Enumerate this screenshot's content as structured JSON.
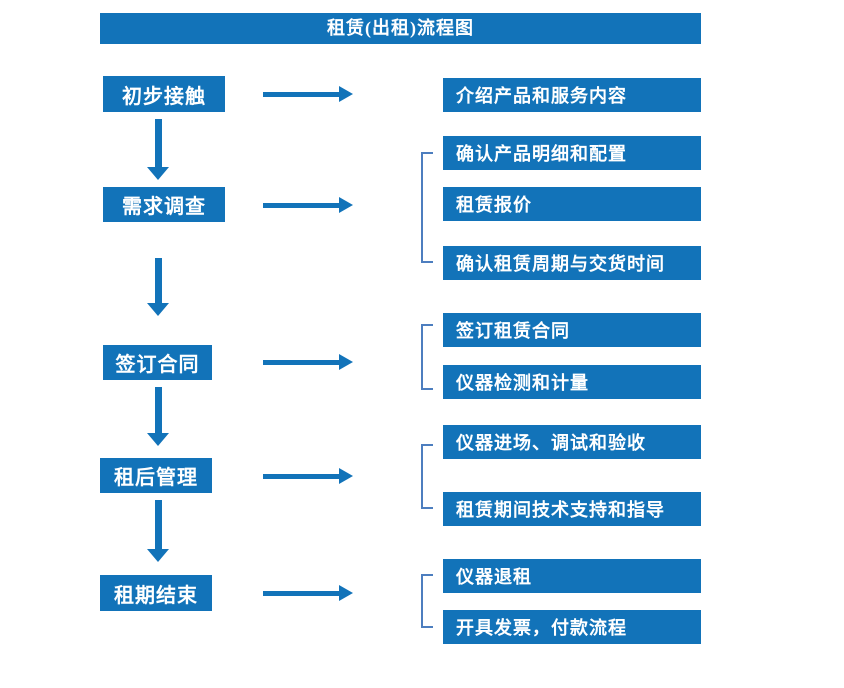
{
  "title": "租赁(出租)流程图",
  "colors": {
    "primary": "#1273b9",
    "bracket": "#4d7ebf",
    "text_on_primary": "#ffffff",
    "background": "#ffffff"
  },
  "steps": [
    {
      "label": "初步接触",
      "details": [
        "介绍产品和服务内容"
      ]
    },
    {
      "label": "需求调查",
      "details": [
        "确认产品明细和配置",
        "租赁报价",
        "确认租赁周期与交货时间"
      ]
    },
    {
      "label": "签订合同",
      "details": [
        "签订租赁合同",
        "仪器检测和计量"
      ]
    },
    {
      "label": "租后管理",
      "details": [
        "仪器进场、调试和验收",
        "租赁期间技术支持和指导"
      ]
    },
    {
      "label": "租期结束",
      "details": [
        "仪器退租",
        "开具发票，付款流程"
      ]
    }
  ]
}
